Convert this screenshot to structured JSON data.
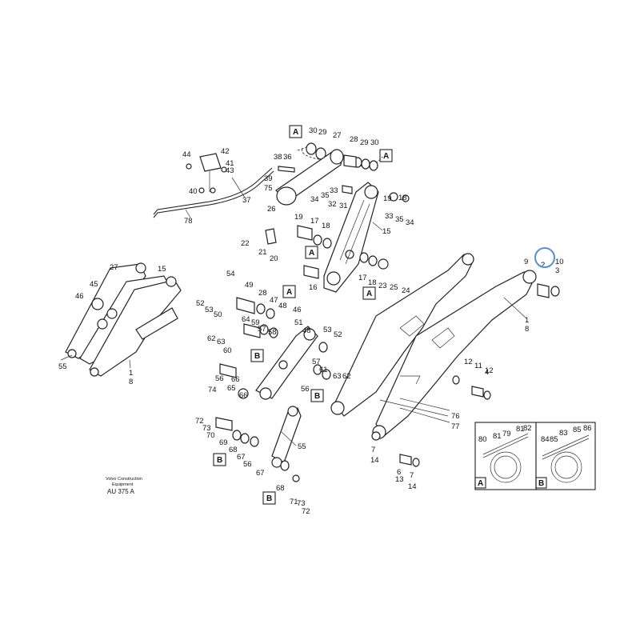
{
  "caption": {
    "line1": "Volvo Construction",
    "line2": "Equipment",
    "code": "AU 375 A"
  },
  "highlight_color": "#5b8fc7",
  "highlighted_refs": [
    "9",
    "2"
  ],
  "detail_box_letters": {
    "A": "A",
    "B": "B"
  }
}
